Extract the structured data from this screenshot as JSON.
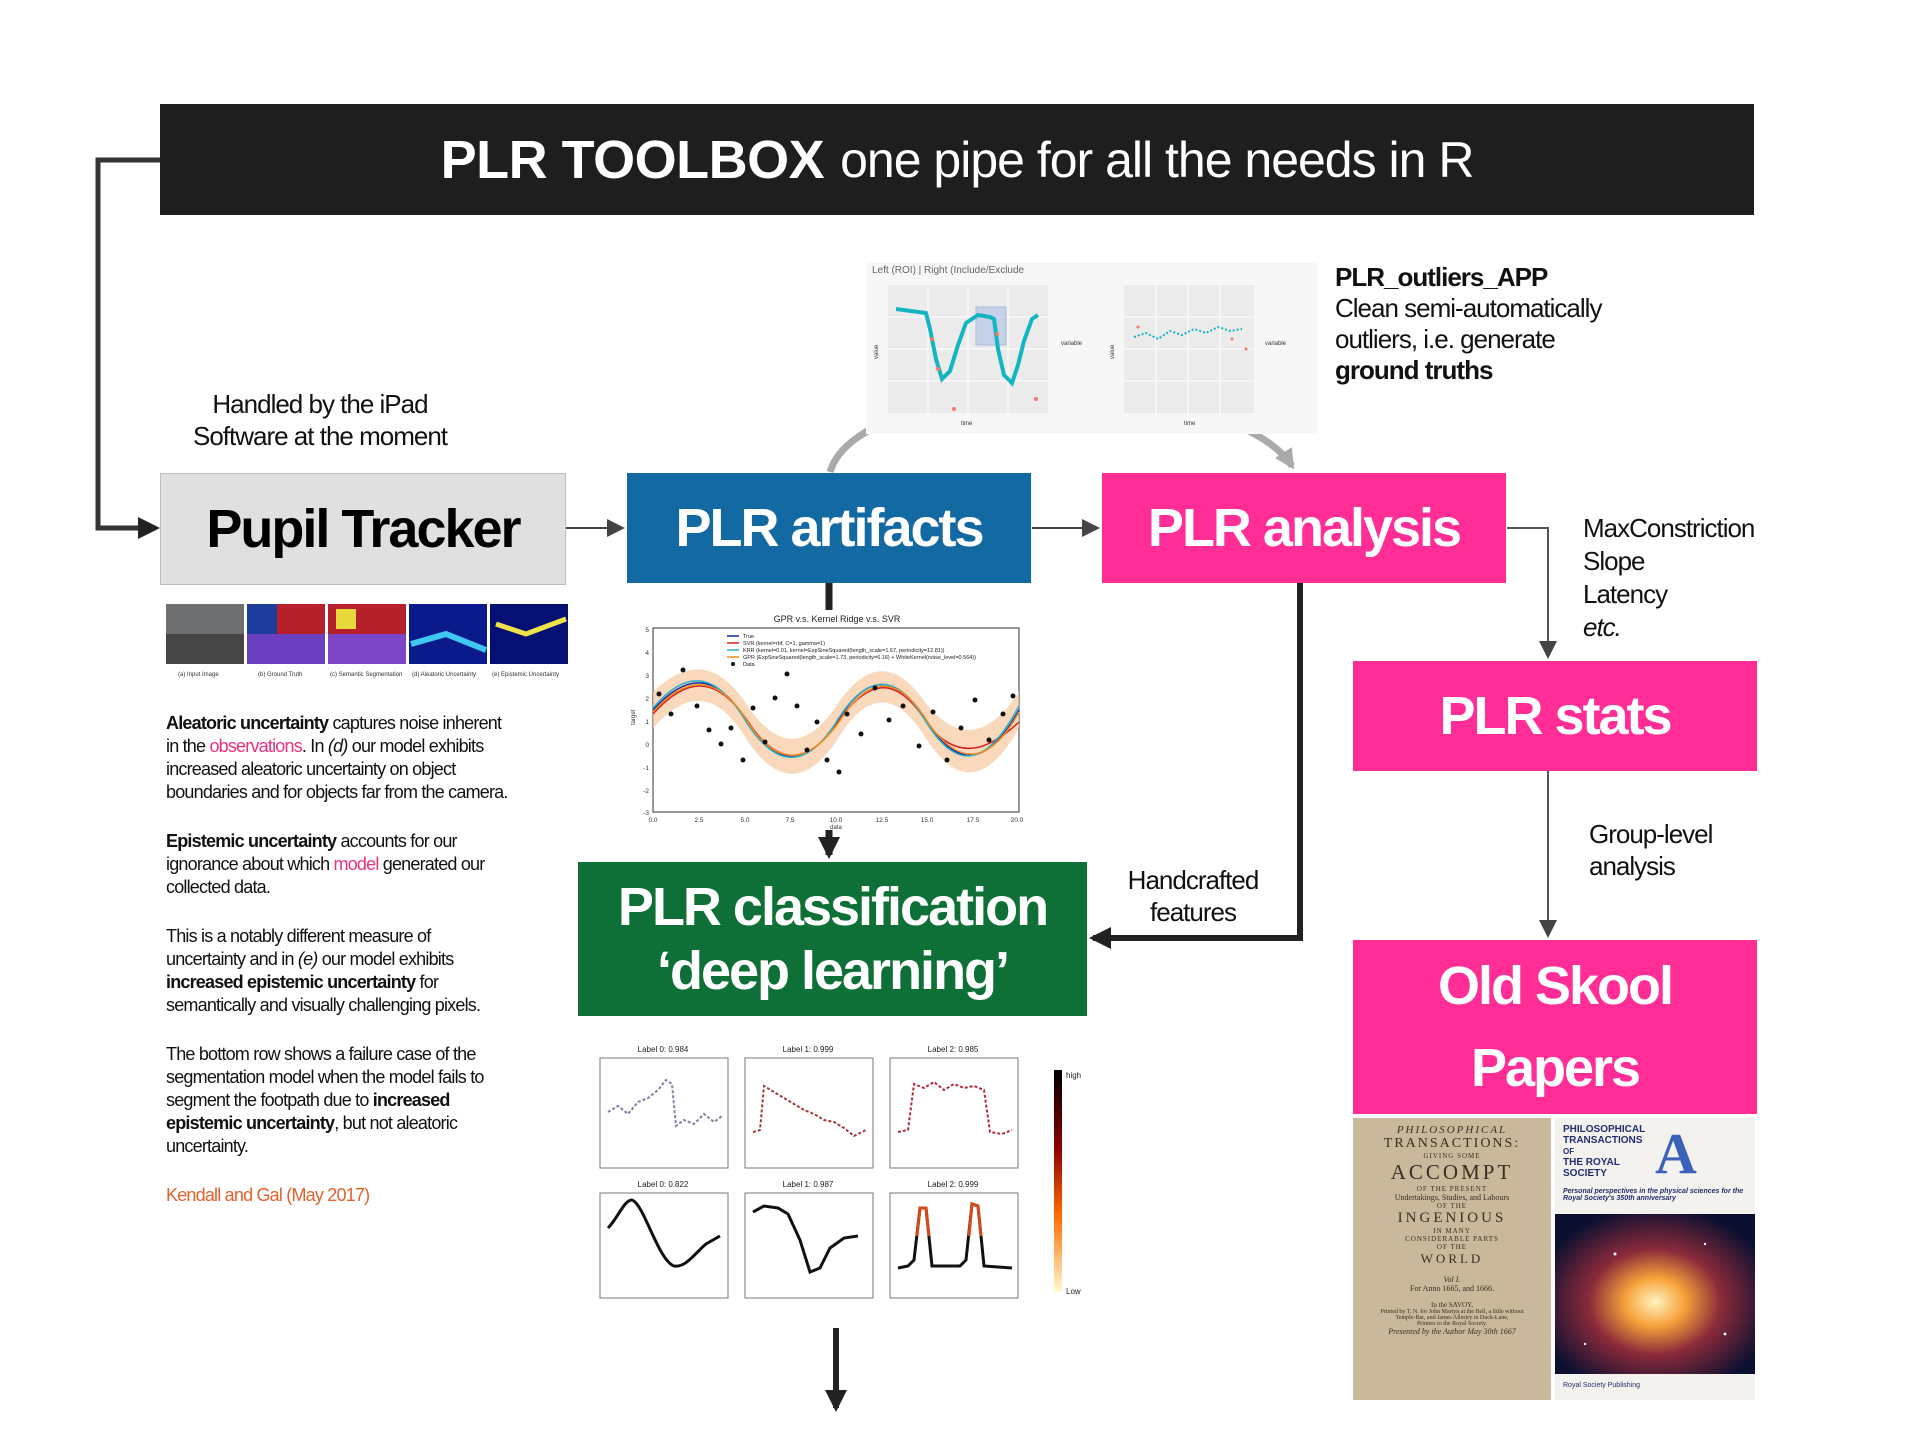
{
  "banner": {
    "title_bold": "PLR TOOLBOX",
    "title_rest": "one pipe for all the needs in R"
  },
  "boxes": {
    "pupil_tracker": "Pupil Tracker",
    "artifacts": "PLR artifacts",
    "analysis": "PLR analysis",
    "stats": "PLR stats",
    "classification_line1": "PLR classification",
    "classification_line2": "‘deep learning’",
    "oldskool_line1": "Old Skool",
    "oldskool_line2": "Papers"
  },
  "notes": {
    "ipad_line1": "Handled by the iPad",
    "ipad_line2": "Software at the moment",
    "outliers_title": "PLR_outliers_APP",
    "outliers_line1": "Clean semi-automatically",
    "outliers_line2": "outliers, i.e. generate",
    "outliers_line3": "ground truths",
    "metric1": "MaxConstriction",
    "metric2": "Slope",
    "metric3": "Latency",
    "metric4": "etc.",
    "group_line1": "Group-level",
    "group_line2": "analysis",
    "handcrafted_line1": "Handcrafted",
    "handcrafted_line2": "features"
  },
  "sidebar": {
    "seg_labels": [
      "(a) Input Image",
      "(b) Ground Truth",
      "(c) Semantic Segmentation",
      "(d) Aleatoric Uncertainty",
      "(e) Epistemic Uncertainty"
    ],
    "p1_bold": "Aleatoric uncertainty",
    "p1_a": " captures noise inherent in the ",
    "p1_link": "observations",
    "p1_b": ". In ",
    "p1_d": "(d)",
    "p1_c": " our model exhibits increased aleatoric uncertainty on object boundaries and for objects far from the camera.",
    "p2_bold": "Epistemic uncertainty",
    "p2_a": " accounts for our ignorance about which ",
    "p2_link": "model",
    "p2_b": " generated our collected data.",
    "p3_a": "This is a notably different measure of uncertainty and in ",
    "p3_e": "(e)",
    "p3_b": " our model exhibits ",
    "p3_bold": "increased epistemic uncertainty",
    "p3_c": " for semantically and visually challenging pixels.",
    "p4_a": "The bottom row shows a failure case of the segmentation model when the model fails to segment the footpath due to ",
    "p4_bold": "increased epistemic uncertainty",
    "p4_b": ", but not aleatoric uncertainty.",
    "citation": "Kendall and Gal (May 2017)"
  },
  "outlier_plot": {
    "header": "Left (ROI) | Right (Include/Exclude",
    "legend_title": "variable",
    "x_label": "time",
    "y_label": "value"
  },
  "gpr_plot": {
    "title": "GPR v.s. Kernel Ridge v.s. SVR",
    "ylabel": "target",
    "xlabel": "data",
    "legend": [
      "True",
      "SVR (kernel=rbf, C=1, gamma=1)",
      "KRR (kernel=0.01, kernel=ExpSineSquared(length_scale=1.67, periodicity=12.81))",
      "GPR (ExpSineSquared(length_scale=1.73, periodicity=6.16) + WhiteKernel(noise_level=0.564))",
      "Data"
    ],
    "xticks": [
      "0.0",
      "2.5",
      "5.0",
      "7.5",
      "10.0",
      "12.5",
      "15.0",
      "17.5",
      "20.0"
    ],
    "yticks": [
      "5",
      "4",
      "3",
      "2",
      "1",
      "0",
      "-1",
      "-2",
      "-3"
    ]
  },
  "class_plots": {
    "labels_top": [
      "Label 0: 0.984",
      "Label 1: 0.999",
      "Label 2: 0.985"
    ],
    "labels_bottom": [
      "Label 0: 0.822",
      "Label 1: 0.987",
      "Label 2: 0.999"
    ],
    "colorbar_high": "high",
    "colorbar_low": "Low"
  },
  "papers": {
    "left_lines": [
      "PHILOSOPHICAL",
      "TRANSACTIONS:",
      "GIVING SOME",
      "ACCOMPT",
      "OF THE PRESENT",
      "Undertakings, Studies, and Labours",
      "OF THE",
      "INGENIOUS",
      "IN MANY",
      "CONSIDERABLE PARTS",
      "OF THE",
      "WORLD",
      "Vol I.",
      "For Anno 1665, and 1666.",
      "In the SAVOY,",
      "Printed by T. N. for John Martyn at the Bell, a little without",
      "Temple-Bar, and James Allestry in Duck-Lane,",
      "Printers to the Royal Society.",
      "Presented by the Author May 30th 1667"
    ],
    "right_title1": "PHILOSOPHICAL",
    "right_title2": "TRANSACTIONS",
    "right_of": "OF",
    "right_royal": "THE ROYAL",
    "right_society": "SOCIETY",
    "right_A": "A",
    "right_sub": "Personal perspectives in the physical sciences for the Royal Society's 350th anniversary",
    "right_publisher": "Royal Society Publishing"
  },
  "colors": {
    "blue": "#136aa2",
    "pink": "#ff2d95",
    "green": "#0e7036",
    "dark": "#1e1e1e",
    "gray": "#e0e0e0"
  }
}
